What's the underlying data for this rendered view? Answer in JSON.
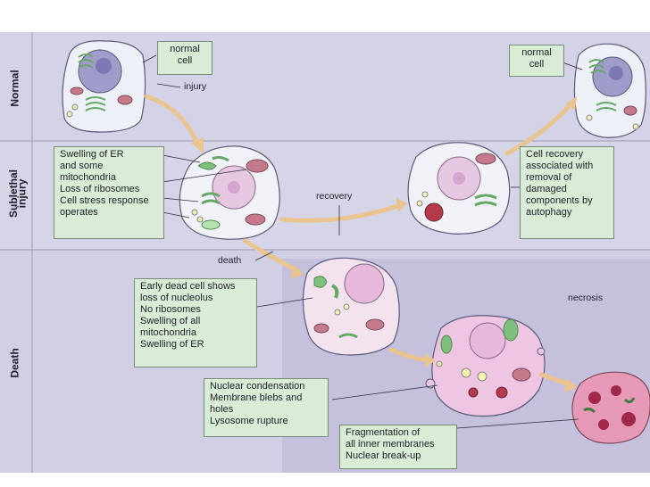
{
  "rows": {
    "normal": "Normal",
    "sublethal_line1": "Sublethal",
    "sublethal_line2": "injury",
    "death": "Death"
  },
  "boxes": {
    "normal_left": [
      "normal",
      "cell"
    ],
    "normal_right": [
      "normal",
      "cell"
    ],
    "sublethal": [
      "Swelling of ER",
      "and some",
      "mitochondria",
      "Loss of ribosomes",
      "Cell stress response",
      "operates"
    ],
    "recovery": [
      "Cell recovery",
      "associated with",
      "removal of",
      "damaged",
      "components by",
      "autophagy"
    ],
    "early_dead": [
      "Early dead cell shows",
      "loss of nucleolus",
      "No ribosomes",
      "Swelling of all",
      "mitochondria",
      "Swelling of ER"
    ],
    "nuclear": [
      "Nuclear condensation",
      "Membrane blebs and",
      "holes",
      "Lysosome rupture"
    ],
    "fragmentation": [
      "Fragmentation of",
      "all inner membranes",
      "Nuclear break-up"
    ]
  },
  "labels": {
    "injury": "injury",
    "recovery": "recovery",
    "death": "death",
    "necrosis": "necrosis"
  },
  "colors": {
    "band_normal": "#d3d2e6",
    "band_sublethal": "#d2d1e5",
    "band_death": "#cfcde3",
    "necrosis_zone": "#c3bfdb",
    "label_box": "#d9ecd6",
    "arrow": "#e9c48f"
  }
}
